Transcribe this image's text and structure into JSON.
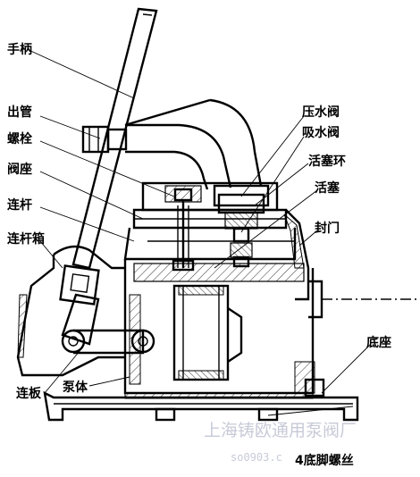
{
  "labels": {
    "handle": "手柄",
    "outlet_pipe": "出管",
    "bolt": "螺栓",
    "valve_seat": "阀座",
    "connecting_rod": "连杆",
    "rod_box": "连杆箱",
    "link_plate": "连板",
    "pump_body": "泵体",
    "pressure_valve": "压水阀",
    "suction_valve": "吸水阀",
    "piston_ring": "活塞环",
    "piston": "活塞",
    "seal_door": "封门",
    "base": "底座",
    "foot_screws": "4底脚螺丝"
  },
  "watermark": {
    "text": "上海铸欧通用泵阀厂",
    "url": "so0903.c"
  },
  "colors": {
    "line": "#000000",
    "watermark": "#9aa0b8"
  }
}
